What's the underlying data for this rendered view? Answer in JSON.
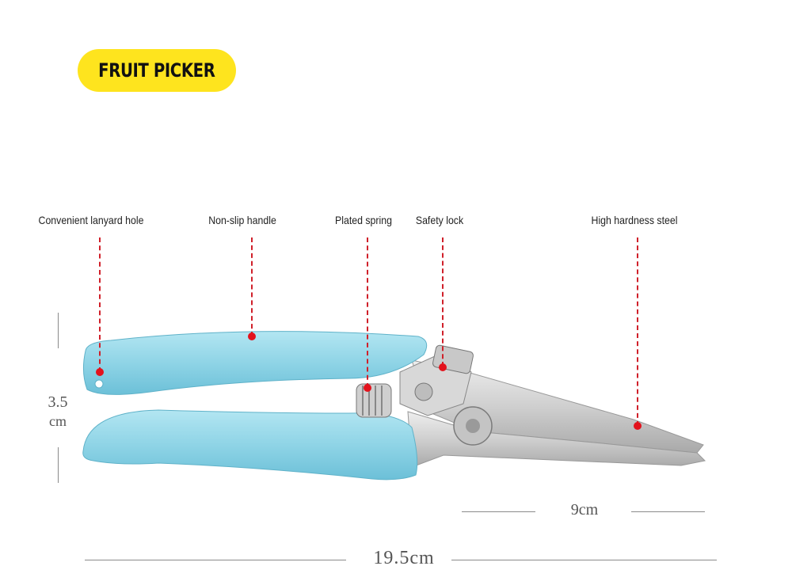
{
  "header": {
    "badge_text": "FRUIT PICKER"
  },
  "colors": {
    "badge": "#fee41e",
    "handle": "#8fd4e6",
    "blade": "#d2d2d2",
    "callout": "#e3121c"
  },
  "callouts": [
    {
      "label": "Convenient lanyard hole"
    },
    {
      "label": "Non-slip handle"
    },
    {
      "label": "Plated spring"
    },
    {
      "label": "Safety lock"
    },
    {
      "label": "High hardness steel"
    }
  ],
  "dimensions": {
    "height_value": "3.5",
    "height_unit": "cm",
    "blade_length": "9cm",
    "total_length": "19.5cm"
  }
}
